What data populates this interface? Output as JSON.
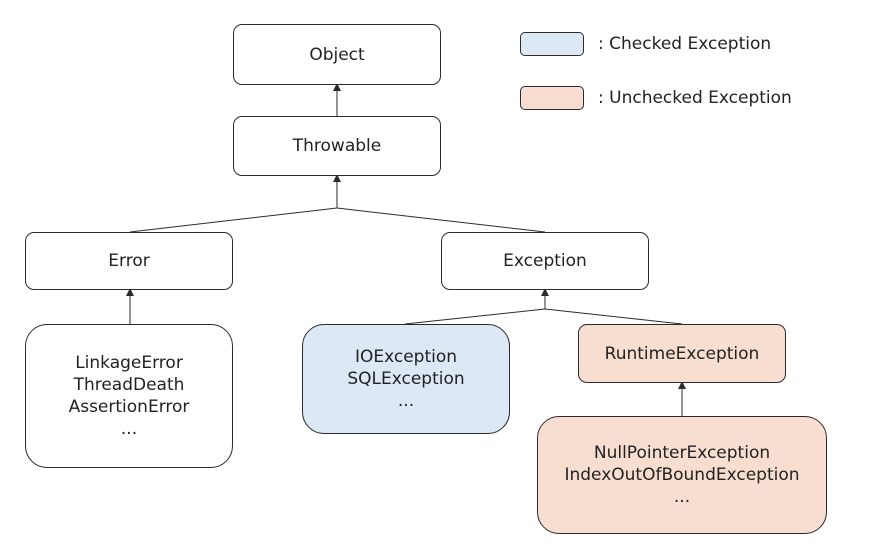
{
  "colors": {
    "checked_fill": "#dce8f5",
    "unchecked_fill": "#f8ded0",
    "default_fill": "#ffffff",
    "stroke": "#2b2b2b"
  },
  "legend": {
    "checked": {
      "label": ": Checked Exception"
    },
    "unchecked": {
      "label": ": Unchecked Exception"
    }
  },
  "nodes": {
    "object": {
      "lines": [
        "Object"
      ]
    },
    "throwable": {
      "lines": [
        "Throwable"
      ]
    },
    "error": {
      "lines": [
        "Error"
      ]
    },
    "exception": {
      "lines": [
        "Exception"
      ]
    },
    "error_subclasses": {
      "lines": [
        "LinkageError",
        "ThreadDeath",
        "AssertionError",
        "..."
      ]
    },
    "checked_subclasses": {
      "lines": [
        "IOException",
        "SQLException",
        "..."
      ]
    },
    "runtime_exception": {
      "lines": [
        "RuntimeException"
      ]
    },
    "runtime_subclasses": {
      "lines": [
        "NullPointerException",
        "IndexOutOfBoundException",
        "..."
      ]
    }
  }
}
